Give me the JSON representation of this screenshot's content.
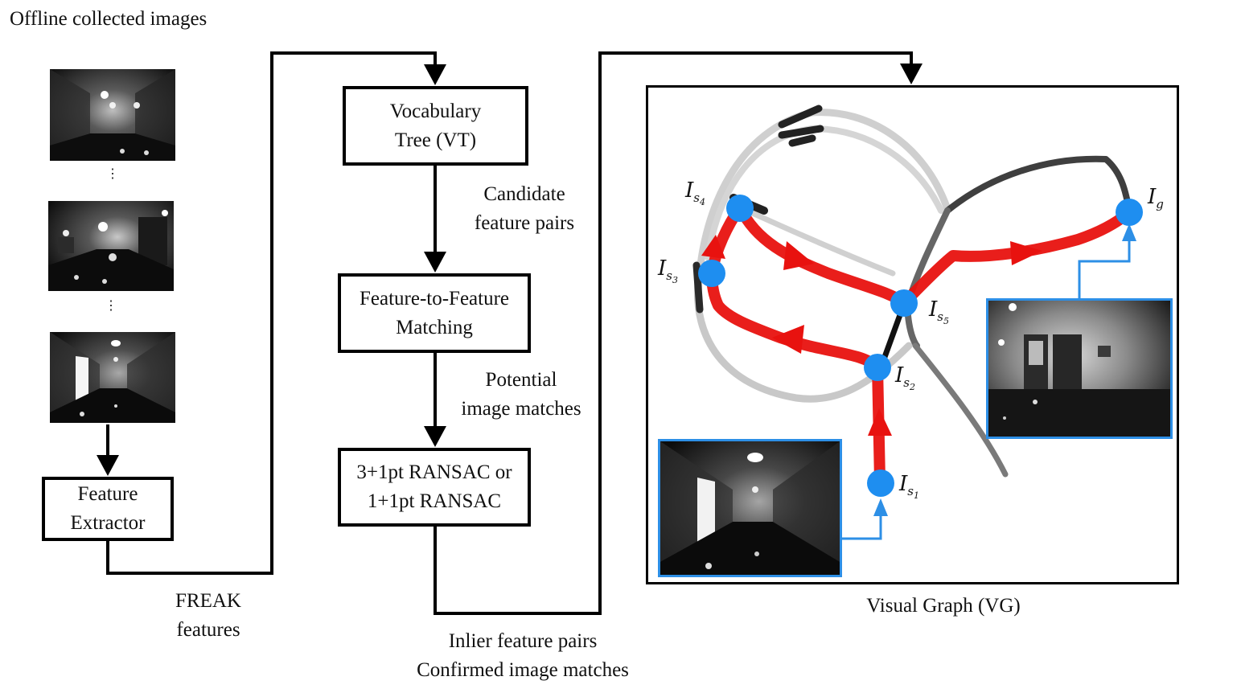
{
  "title": "Offline collected images",
  "dots": [
    "⋮",
    "⋮"
  ],
  "boxes": {
    "feature_extractor": [
      "Feature",
      "Extractor"
    ],
    "vocabulary_tree": [
      "Vocabulary",
      "Tree (VT)"
    ],
    "f2f_matching": [
      "Feature-to-Feature",
      "Matching"
    ],
    "ransac": [
      "3+1pt RANSAC or",
      "1+1pt RANSAC"
    ]
  },
  "edge_labels": {
    "freak": [
      "FREAK",
      "features"
    ],
    "candidate": [
      "Candidate",
      "feature pairs"
    ],
    "potential": [
      "Potential",
      "image matches"
    ],
    "inlier": [
      "Inlier feature pairs",
      "Confirmed image matches"
    ]
  },
  "visual_graph": {
    "caption": "Visual Graph (VG)",
    "nodes": [
      {
        "id": "Is1",
        "base": "I",
        "sub": "s",
        "subsub": "1"
      },
      {
        "id": "Is2",
        "base": "I",
        "sub": "s",
        "subsub": "2"
      },
      {
        "id": "Is3",
        "base": "I",
        "sub": "s",
        "subsub": "3"
      },
      {
        "id": "Is4",
        "base": "I",
        "sub": "s",
        "subsub": "4"
      },
      {
        "id": "Is5",
        "base": "I",
        "sub": "s",
        "subsub": "5"
      },
      {
        "id": "Ig",
        "base": "I",
        "sub": "g",
        "subsub": ""
      }
    ],
    "path_order": [
      "Is1",
      "Is2",
      "Is3",
      "Is4",
      "Is5",
      "Ig"
    ],
    "colors": {
      "path": "#e8120f",
      "node": "#1e8ef0",
      "inset_border": "#2d8fe6"
    }
  }
}
